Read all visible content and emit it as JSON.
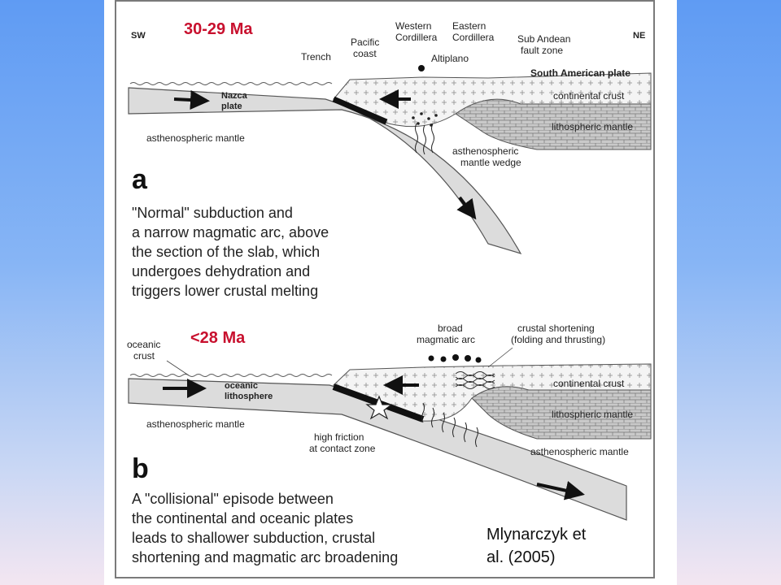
{
  "panel_a": {
    "age": "30-29 Ma",
    "sw": "SW",
    "ne": "NE",
    "trench": "Trench",
    "pacific_coast": [
      "Pacific",
      "coast"
    ],
    "western_cordillera": [
      "Western",
      "Cordillera"
    ],
    "eastern_cordillera": [
      "Eastern",
      "Cordillera"
    ],
    "altiplano": "Altiplano",
    "sub_andean": [
      "Sub Andean",
      "fault zone"
    ],
    "south_american_plate": "South American plate",
    "nazca_plate": [
      "Nazca",
      "plate"
    ],
    "continental_crust": "continental crust",
    "lithospheric_mantle": "lithospheric mantle",
    "asthenospheric_mantle": "asthenospheric mantle",
    "mantle_wedge": [
      "asthenospheric",
      "mantle wedge"
    ],
    "letter": "a",
    "caption": [
      "\"Normal\" subduction and",
      "a narrow magmatic arc, above",
      "the section of the slab, which",
      "undergoes dehydration and",
      "triggers lower crustal melting"
    ]
  },
  "panel_b": {
    "age": "<28 Ma",
    "oceanic_crust": [
      "oceanic",
      "crust"
    ],
    "broad_arc": [
      "broad",
      "magmatic arc"
    ],
    "crustal_shortening": [
      "crustal shortening",
      "(folding and thrusting)"
    ],
    "continental_crust": "continental crust",
    "oceanic_lithosphere": [
      "oceanic",
      "lithosphere"
    ],
    "lithospheric_mantle": "lithospheric mantle",
    "asthenospheric_mantle_left": "asthenospheric mantle",
    "asthenospheric_mantle_right": "asthenospheric mantle",
    "high_friction": [
      "high friction",
      "at contact zone"
    ],
    "letter": "b",
    "caption": [
      "A \"collisional\" episode between",
      "the continental and oceanic plates",
      "leads to shallower subduction, crustal",
      "shortening and magmatic arc broadening"
    ]
  },
  "citation": [
    "Mlynarczyk et",
    "al. (2005)"
  ]
}
